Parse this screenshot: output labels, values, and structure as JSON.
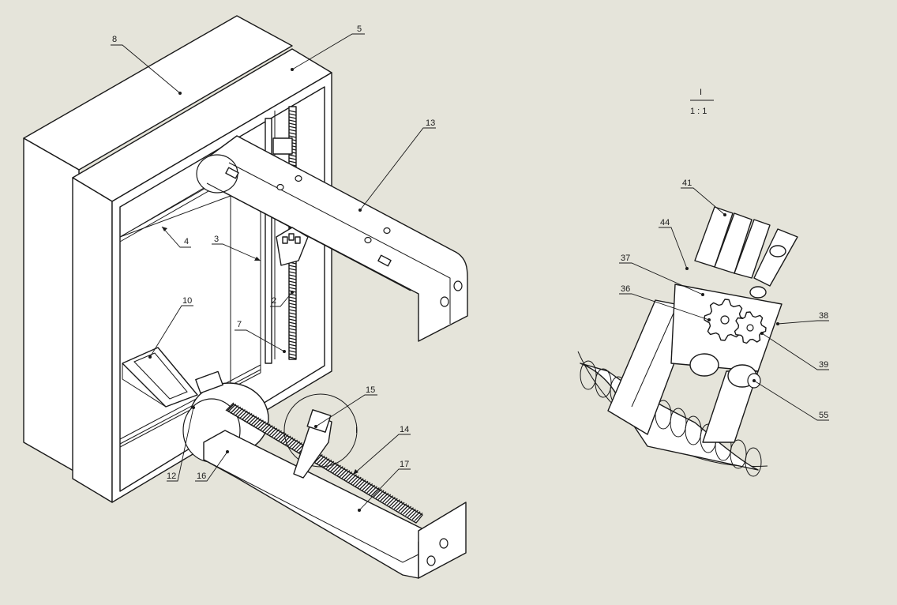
{
  "labels": {
    "l8": "8",
    "l5": "5",
    "l13": "13",
    "l4": "4",
    "l3": "3",
    "l2": "2",
    "l10": "10",
    "l7": "7",
    "l15": "15",
    "l14": "14",
    "l17": "17",
    "l12": "12",
    "l16": "16",
    "l_detail_circle": "I",
    "l41": "41",
    "l44": "44",
    "l37": "37",
    "l36": "36",
    "l38": "38",
    "l39": "39",
    "l55": "55"
  },
  "detail_view": {
    "name": "I",
    "scale": "1 : 1"
  }
}
